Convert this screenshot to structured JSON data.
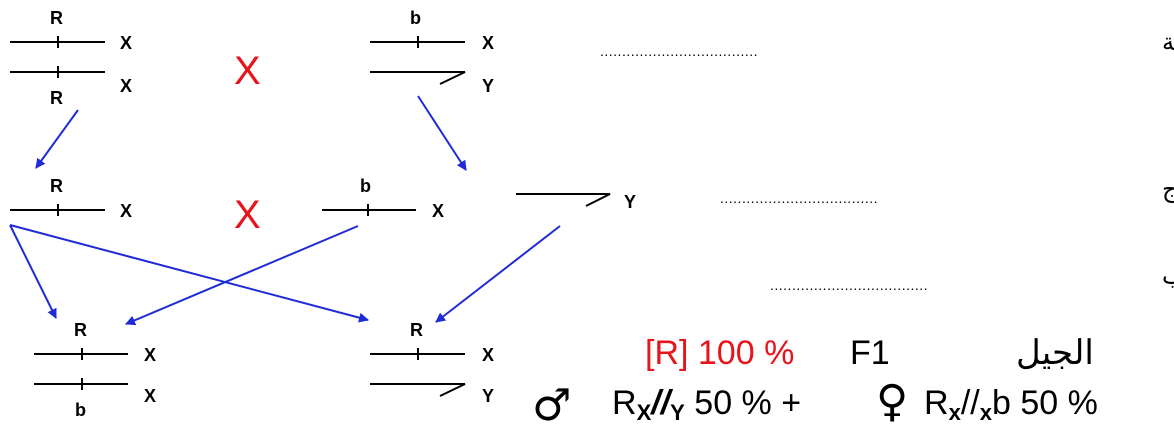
{
  "labels": {
    "gene_R": "R",
    "gene_b": "b",
    "chrom_X": "X",
    "chrom_Y": "Y",
    "cross": "X"
  },
  "rows": {
    "genotypes": "الأنماط الوراثية",
    "gametes": "الأمشاج",
    "fertilization": "الإخصاب",
    "dots": "...................................."
  },
  "result": {
    "generation_label": "الجيل",
    "generation": "F1",
    "phenotype": "[R] 100 %",
    "male_symbol": "♂",
    "male_R": "R",
    "male_X": "X",
    "male_slashes": "//",
    "male_Y": "Y",
    "male_pct": " 50 % +",
    "female_symbol": "♀",
    "female_R": "R",
    "female_x1": "x",
    "female_slashes": "//",
    "female_x2": "x",
    "female_pct": "b 50 %"
  },
  "colors": {
    "arrow": "#1f2bd6",
    "cross": "#e8141b",
    "text": "#000000"
  }
}
